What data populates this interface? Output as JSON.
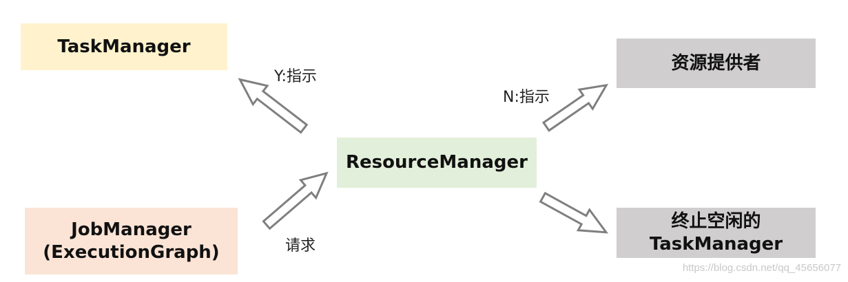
{
  "nodes": {
    "taskmanager": "TaskManager",
    "resourcemanager": "ResourceManager",
    "jobmanager_line1": "JobManager",
    "jobmanager_line2": "(ExecutionGraph)",
    "provider": "资源提供者",
    "idle_line1": "终止空闲的",
    "idle_line2": "TaskManager"
  },
  "edges": {
    "yes_instruct": "Y:指示",
    "no_instruct": "N:指示",
    "request": "请求"
  },
  "watermark": "https://blog.csdn.net/qq_45656077",
  "colors": {
    "taskmanager_fill": "#fff2cc",
    "resourcemanager_fill": "#e2efda",
    "jobmanager_fill": "#fbe4d6",
    "gray_fill": "#d0cece",
    "arrow_stroke": "#7f7f7f"
  }
}
